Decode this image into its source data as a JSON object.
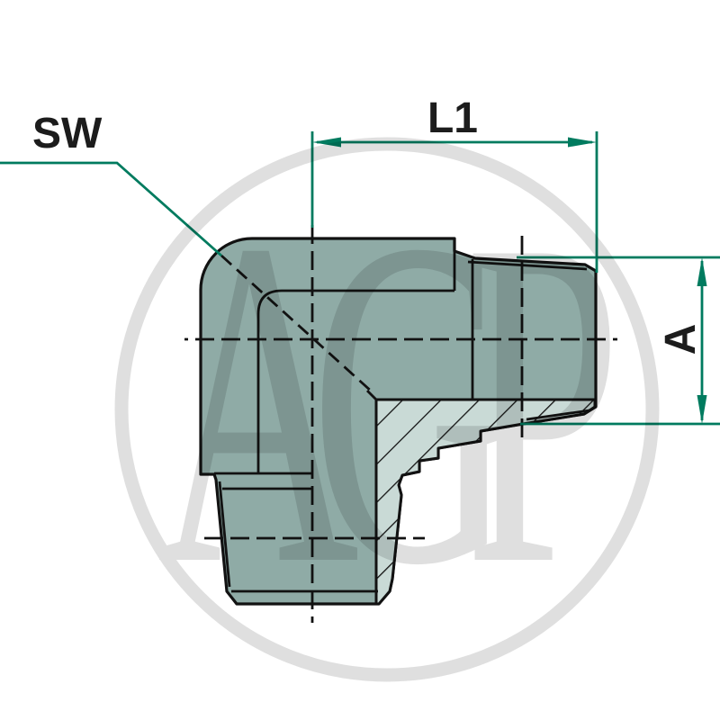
{
  "drawing": {
    "description": "90-degree elbow fitting, male tapered threads, sectioned technical drawing",
    "labels": {
      "sw": "SW",
      "l1": "L1",
      "a": "A"
    },
    "watermark": {
      "text": "AGP"
    }
  },
  "colors": {
    "dimension_green": "#007B5F",
    "body_fill": "#8FABA6",
    "section_fill": "#C9DAD6",
    "outline_black": "#121212",
    "label_text": "#1C1C1C",
    "background": "#FFFFFF",
    "watermark_gray": "#E0E0E0"
  }
}
